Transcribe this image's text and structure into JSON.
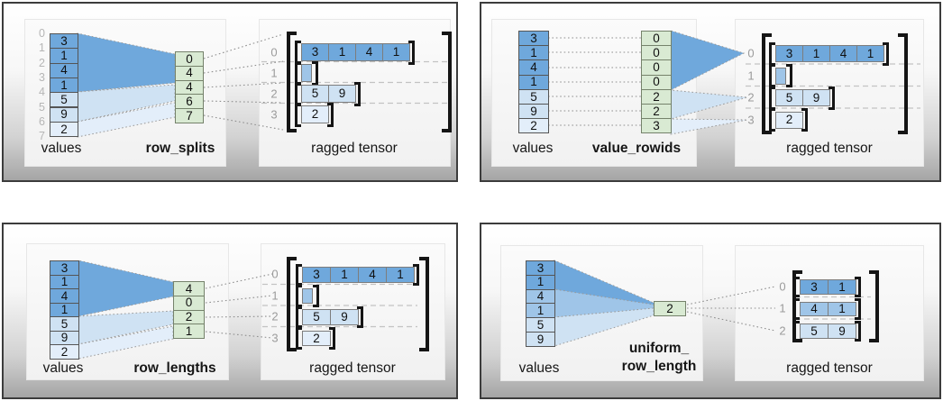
{
  "colors": {
    "blue_dark": "#6fa8dc",
    "blue_mid": "#9fc5e8",
    "blue_light": "#cfe2f3",
    "blue_faint": "#e3eefa",
    "green": "#d9ead3"
  },
  "panels": [
    {
      "name": "row_splits",
      "values_label": "values",
      "param_label_lines": [
        "row_splits"
      ],
      "tensor_label": "ragged tensor",
      "values": [
        "3",
        "1",
        "4",
        "1",
        "5",
        "9",
        "2"
      ],
      "values_tones": [
        "d",
        "d",
        "d",
        "d",
        "l",
        "l",
        "f"
      ],
      "value_indices": [
        "0",
        "1",
        "2",
        "3",
        "4",
        "5",
        "6",
        "7"
      ],
      "param_cells": [
        "0",
        "4",
        "4",
        "6",
        "7"
      ],
      "tensor_rows": [
        {
          "label": "0",
          "tone": "d",
          "cells": [
            "3",
            "1",
            "4",
            "1"
          ]
        },
        {
          "label": "1",
          "tone": "m",
          "cells": []
        },
        {
          "label": "2",
          "tone": "l",
          "cells": [
            "5",
            "9"
          ]
        },
        {
          "label": "3",
          "tone": "f",
          "cells": [
            "2"
          ]
        }
      ]
    },
    {
      "name": "value_rowids",
      "values_label": "values",
      "param_label_lines": [
        "value_rowids"
      ],
      "tensor_label": "ragged tensor",
      "values": [
        "3",
        "1",
        "4",
        "1",
        "5",
        "9",
        "2"
      ],
      "values_tones": [
        "d",
        "d",
        "d",
        "d",
        "l",
        "l",
        "f"
      ],
      "param_cells": [
        "0",
        "0",
        "0",
        "0",
        "2",
        "2",
        "3"
      ],
      "tensor_rows": [
        {
          "label": "0",
          "tone": "d",
          "cells": [
            "3",
            "1",
            "4",
            "1"
          ]
        },
        {
          "label": "1",
          "tone": "m",
          "cells": []
        },
        {
          "label": "2",
          "tone": "l",
          "cells": [
            "5",
            "9"
          ]
        },
        {
          "label": "3",
          "tone": "f",
          "cells": [
            "2"
          ]
        }
      ]
    },
    {
      "name": "row_lengths",
      "values_label": "values",
      "param_label_lines": [
        "row_lengths"
      ],
      "tensor_label": "ragged tensor",
      "values": [
        "3",
        "1",
        "4",
        "1",
        "5",
        "9",
        "2"
      ],
      "values_tones": [
        "d",
        "d",
        "d",
        "d",
        "l",
        "l",
        "f"
      ],
      "param_cells": [
        "4",
        "0",
        "2",
        "1"
      ],
      "tensor_rows": [
        {
          "label": "0",
          "tone": "d",
          "cells": [
            "3",
            "1",
            "4",
            "1"
          ]
        },
        {
          "label": "1",
          "tone": "m",
          "cells": []
        },
        {
          "label": "2",
          "tone": "l",
          "cells": [
            "5",
            "9"
          ]
        },
        {
          "label": "3",
          "tone": "f",
          "cells": [
            "2"
          ]
        }
      ]
    },
    {
      "name": "uniform_row_length",
      "values_label": "values",
      "param_label_lines": [
        "uniform_",
        "row_length"
      ],
      "tensor_label": "ragged tensor",
      "values": [
        "3",
        "1",
        "4",
        "1",
        "5",
        "9"
      ],
      "values_tones": [
        "d",
        "d",
        "m",
        "m",
        "l",
        "l"
      ],
      "param_cells": [
        "2"
      ],
      "tensor_rows": [
        {
          "label": "0",
          "tone": "d",
          "cells": [
            "3",
            "1"
          ]
        },
        {
          "label": "1",
          "tone": "m",
          "cells": [
            "4",
            "1"
          ]
        },
        {
          "label": "2",
          "tone": "l",
          "cells": [
            "5",
            "9"
          ]
        }
      ]
    }
  ]
}
